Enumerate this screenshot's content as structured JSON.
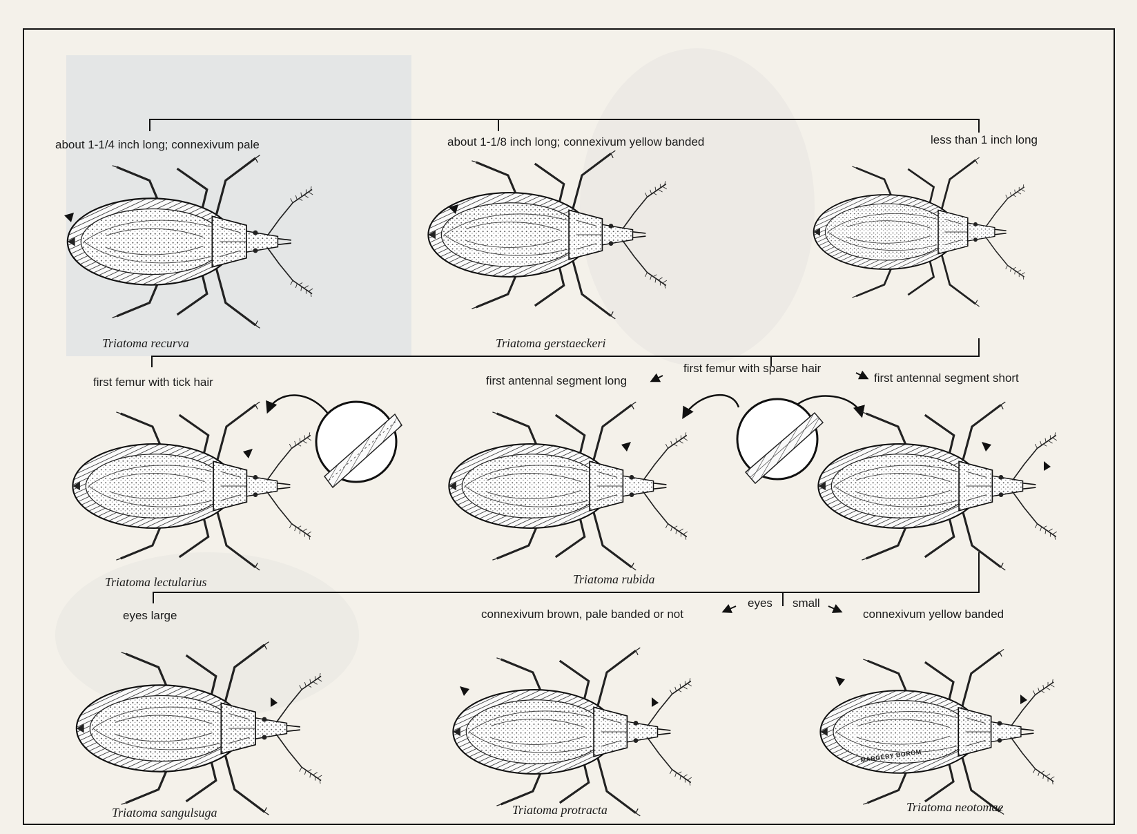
{
  "key": {
    "level1": {
      "left": "about 1-1/4 inch long; connexivum pale",
      "middle": "about 1-1/8 inch long; connexivum yellow banded",
      "right": "less than 1 inch long"
    },
    "level2": {
      "left": "first femur with tick hair",
      "center": "first femur with sparse hair",
      "sub_left": "first antennal segment long",
      "sub_right": "first antennal segment short"
    },
    "level3": {
      "left": "eyes large",
      "center_a": "eyes",
      "center_b": "small",
      "sub_left": "connexivum brown, pale banded or not",
      "sub_right": "connexivum yellow banded"
    }
  },
  "species": [
    "Triatoma recurva",
    "Triatoma gerstaeckeri",
    "Triatoma lectularius",
    "Triatoma rubida",
    "Triatoma sangulsuga",
    "Triatoma protracta",
    "Triatoma neotomae"
  ],
  "signature": "MARGERY BOROM"
}
